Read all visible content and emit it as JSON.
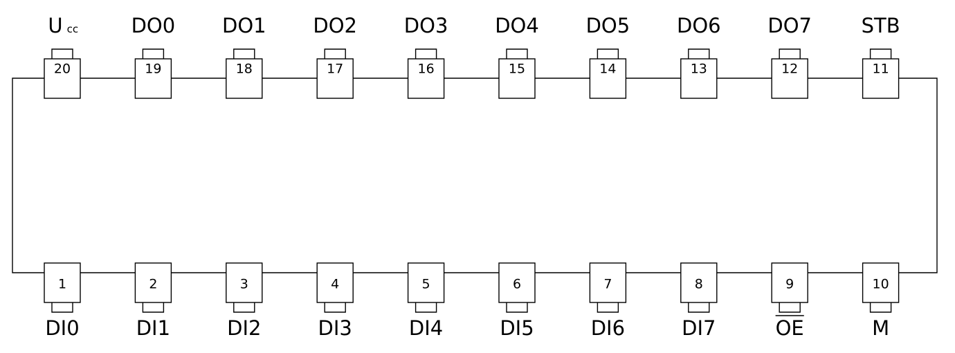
{
  "chip": {
    "top_pins": [
      {
        "number": "20",
        "label": "U",
        "label_sub": "cc",
        "overline": false
      },
      {
        "number": "19",
        "label": "DO0",
        "label_sub": "",
        "overline": false
      },
      {
        "number": "18",
        "label": "DO1",
        "label_sub": "",
        "overline": false
      },
      {
        "number": "17",
        "label": "DO2",
        "label_sub": "",
        "overline": false
      },
      {
        "number": "16",
        "label": "DO3",
        "label_sub": "",
        "overline": false
      },
      {
        "number": "15",
        "label": "DO4",
        "label_sub": "",
        "overline": false
      },
      {
        "number": "14",
        "label": "DO5",
        "label_sub": "",
        "overline": false
      },
      {
        "number": "13",
        "label": "DO6",
        "label_sub": "",
        "overline": false
      },
      {
        "number": "12",
        "label": "DO7",
        "label_sub": "",
        "overline": false
      },
      {
        "number": "11",
        "label": "STB",
        "label_sub": "",
        "overline": false
      }
    ],
    "bottom_pins": [
      {
        "number": "1",
        "label": "DI0",
        "label_sub": "",
        "overline": false
      },
      {
        "number": "2",
        "label": "DI1",
        "label_sub": "",
        "overline": false
      },
      {
        "number": "3",
        "label": "DI2",
        "label_sub": "",
        "overline": false
      },
      {
        "number": "4",
        "label": "DI3",
        "label_sub": "",
        "overline": false
      },
      {
        "number": "5",
        "label": "DI4",
        "label_sub": "",
        "overline": false
      },
      {
        "number": "6",
        "label": "DI5",
        "label_sub": "",
        "overline": false
      },
      {
        "number": "7",
        "label": "DI6",
        "label_sub": "",
        "overline": false
      },
      {
        "number": "8",
        "label": "DI7",
        "label_sub": "",
        "overline": false
      },
      {
        "number": "9",
        "label": "OE",
        "label_sub": "",
        "overline": true
      },
      {
        "number": "10",
        "label": "M",
        "label_sub": "",
        "overline": false
      }
    ]
  }
}
